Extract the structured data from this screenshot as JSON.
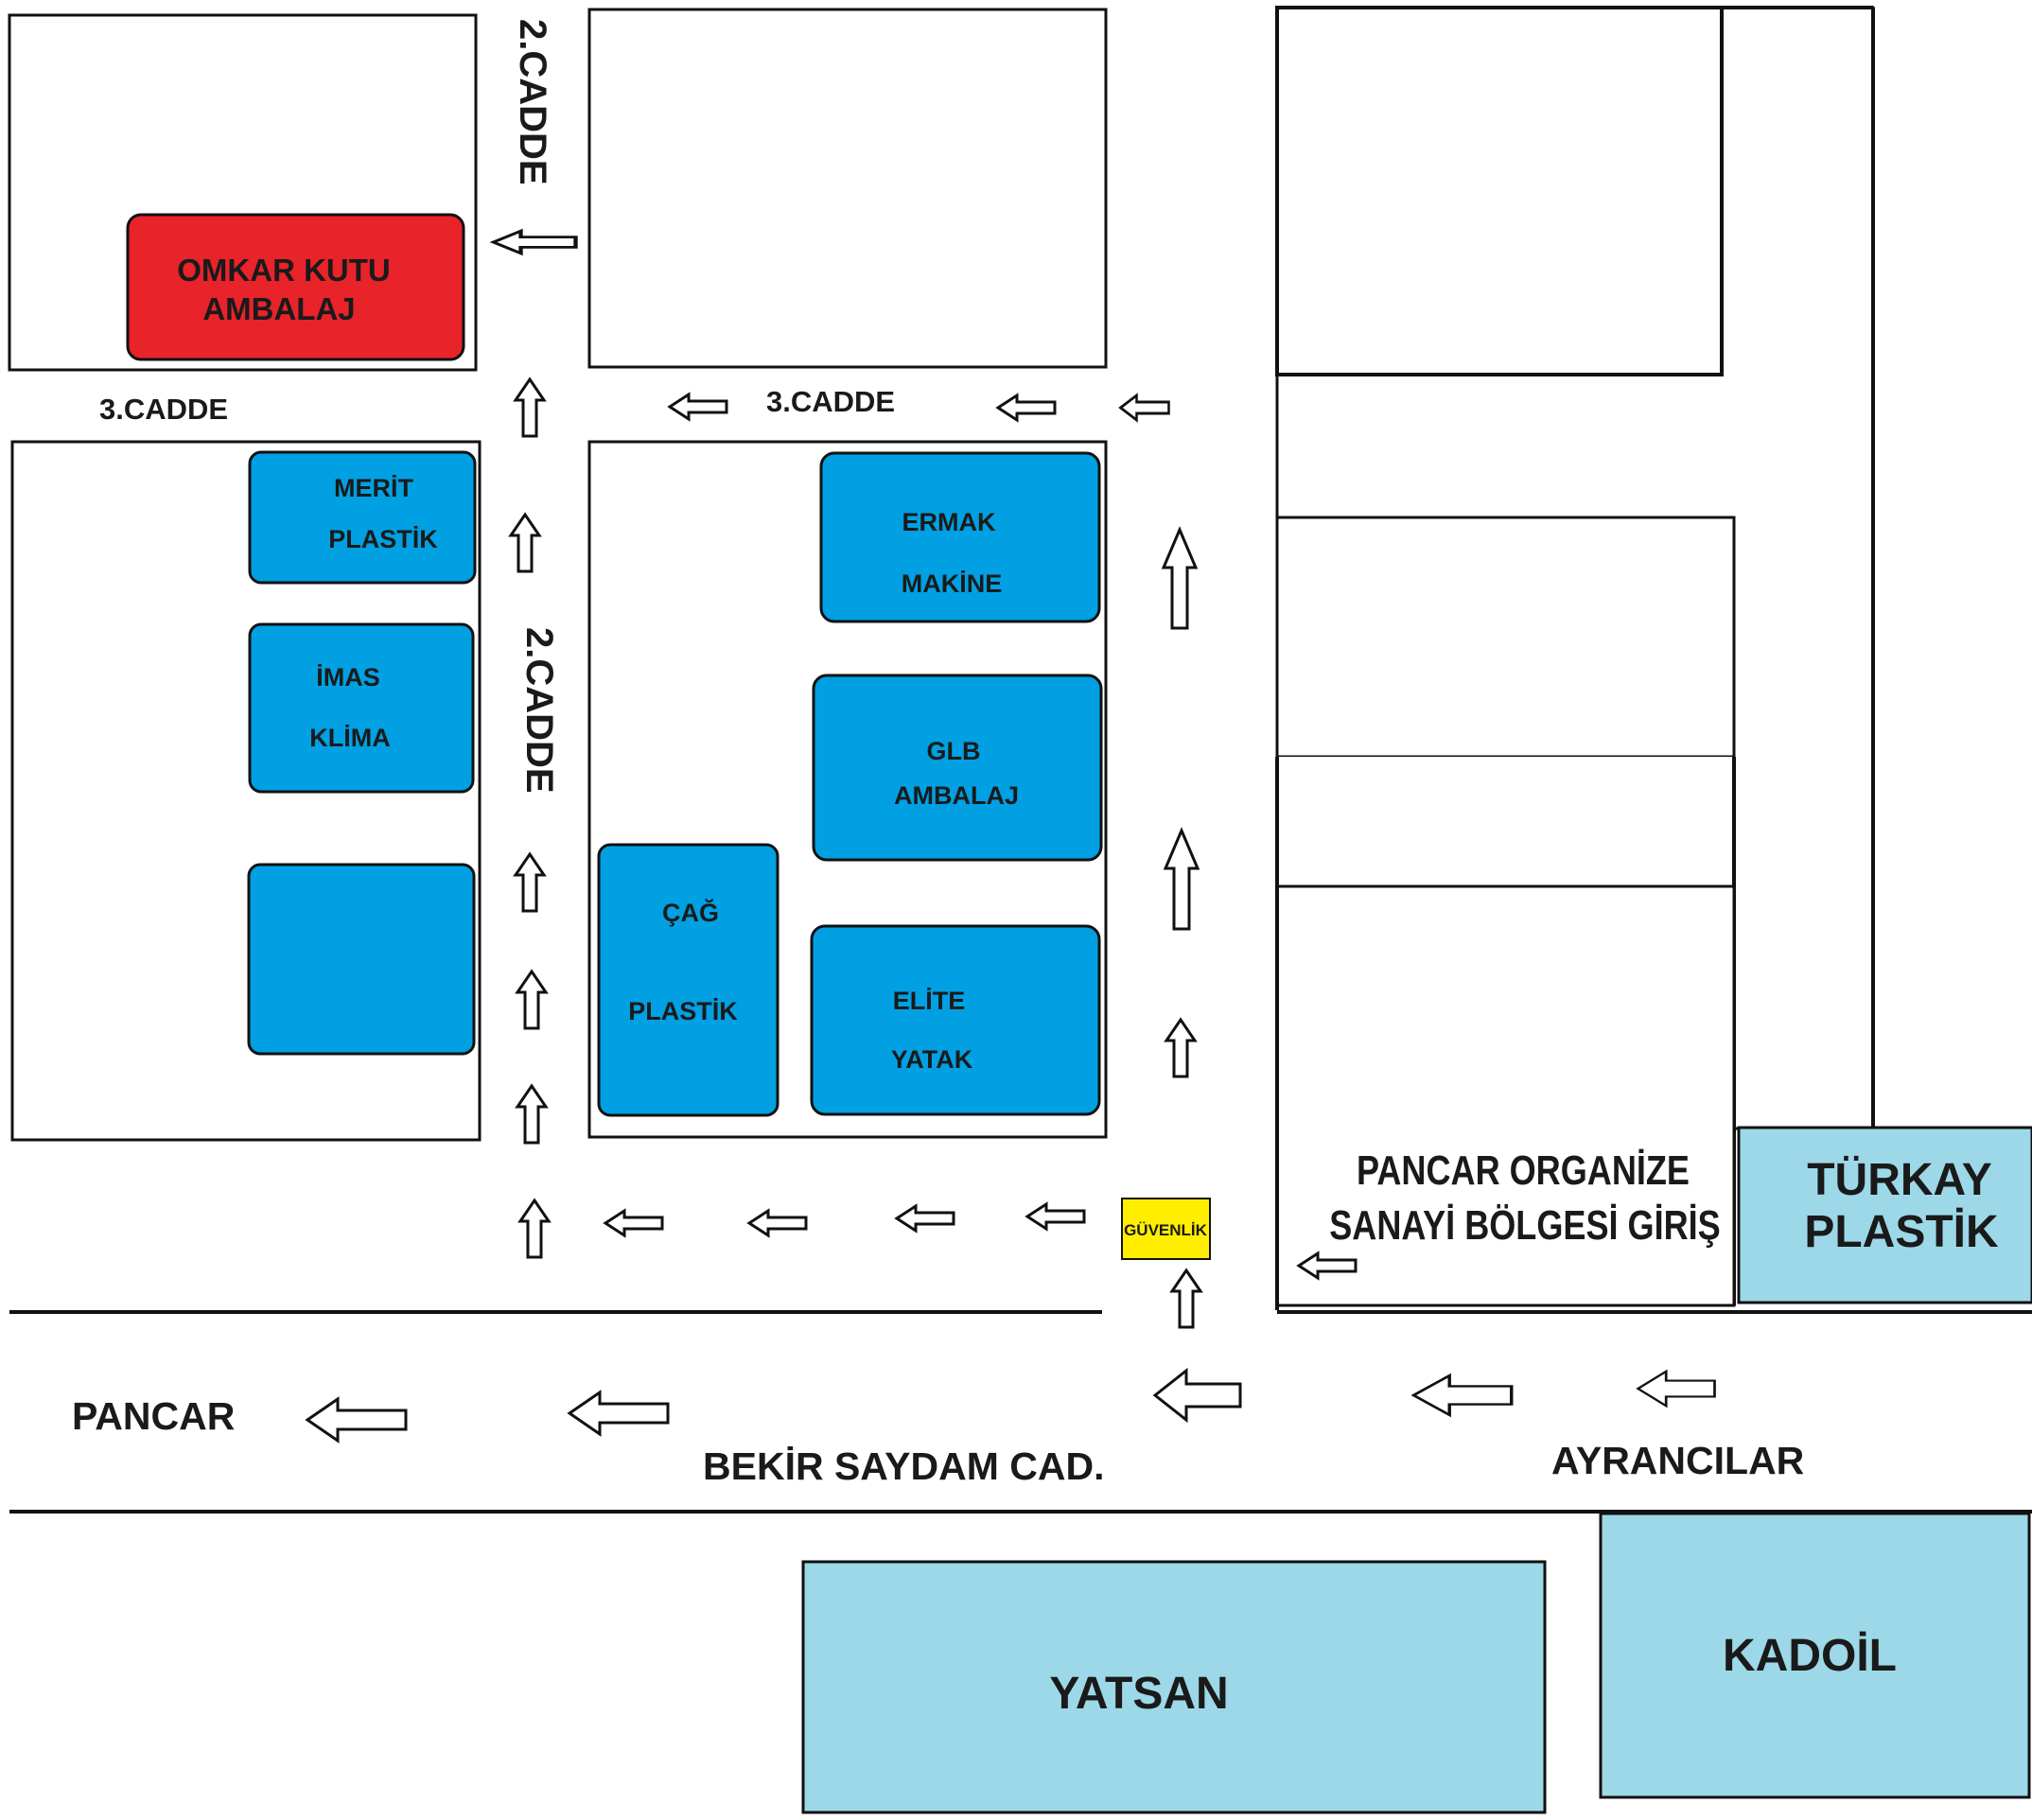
{
  "map": {
    "streets": {
      "cadde2_top": "2.CADDE",
      "cadde2_mid": "2.CADDE",
      "cadde3_left": "3.CADDE",
      "cadde3_mid": "3.CADDE",
      "main_road": "BEKİR SAYDAM CAD.",
      "west_direction": "PANCAR",
      "east_direction": "AYRANCILAR"
    },
    "companies": {
      "omkar_line1": "OMKAR KUTU",
      "omkar_line2": "AMBALAJ",
      "merit_line1": "MERİT",
      "merit_line2": "PLASTİK",
      "imas_line1": "İMAS",
      "imas_line2": "KLİMA",
      "ermak_line1": "ERMAK",
      "ermak_line2": "MAKİNE",
      "glb_line1": "GLB",
      "glb_line2": "AMBALAJ",
      "cag_line1": "ÇAĞ",
      "cag_line2": "PLASTİK",
      "elite_line1": "ELİTE",
      "elite_line2": "YATAK",
      "turkay_line1": "TÜRKAY",
      "turkay_line2": "PLASTİK",
      "yatsan": "YATSAN",
      "kadoil": "KADOİL"
    },
    "entrance_line1": "PANCAR ORGANİZE",
    "entrance_line2": "SANAYİ BÖLGESİ GİRİŞ",
    "security": "GÜVENLİK",
    "colors": {
      "company_blue": "#00a0e3",
      "destination_red": "#e8232a",
      "neighbor_light_blue": "#9dd8e8",
      "security_yellow": "#ffee00"
    }
  }
}
